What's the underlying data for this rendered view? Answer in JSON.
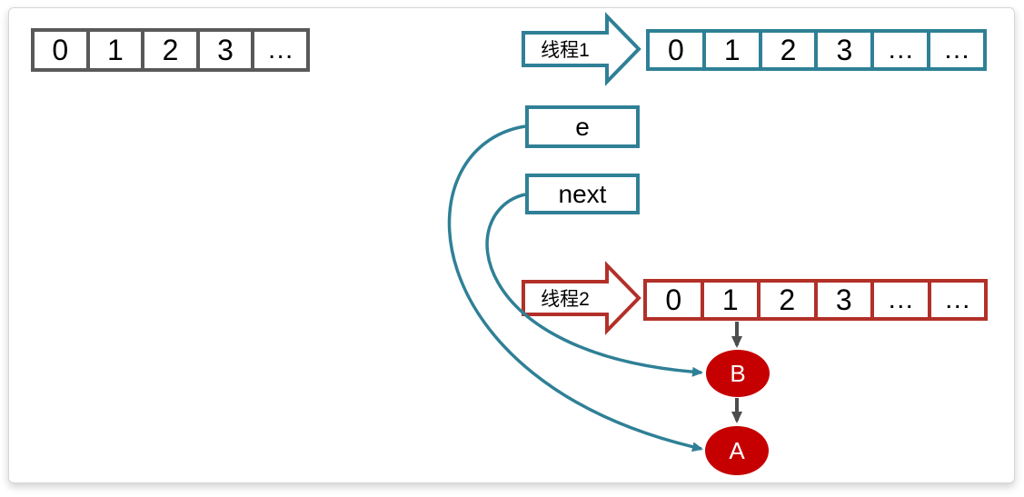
{
  "diagram": {
    "base_array": {
      "cells": [
        "0",
        "1",
        "2",
        "3",
        "…"
      ]
    },
    "thread1": {
      "label": "线程1"
    },
    "thread1_array": {
      "cells": [
        "0",
        "1",
        "2",
        "3",
        "…",
        "…"
      ]
    },
    "pointer_e": {
      "label": "e"
    },
    "pointer_next": {
      "label": "next"
    },
    "thread2": {
      "label": "线程2"
    },
    "thread2_array": {
      "cells": [
        "0",
        "1",
        "2",
        "3",
        "…",
        "…"
      ]
    },
    "node_b": {
      "label": "B"
    },
    "node_a": {
      "label": "A"
    },
    "colors": {
      "teal": "#2F8096",
      "red": "#B23028",
      "node_red": "#C60000",
      "gray": "#595959",
      "dark_gray": "#4D4D4D"
    }
  }
}
